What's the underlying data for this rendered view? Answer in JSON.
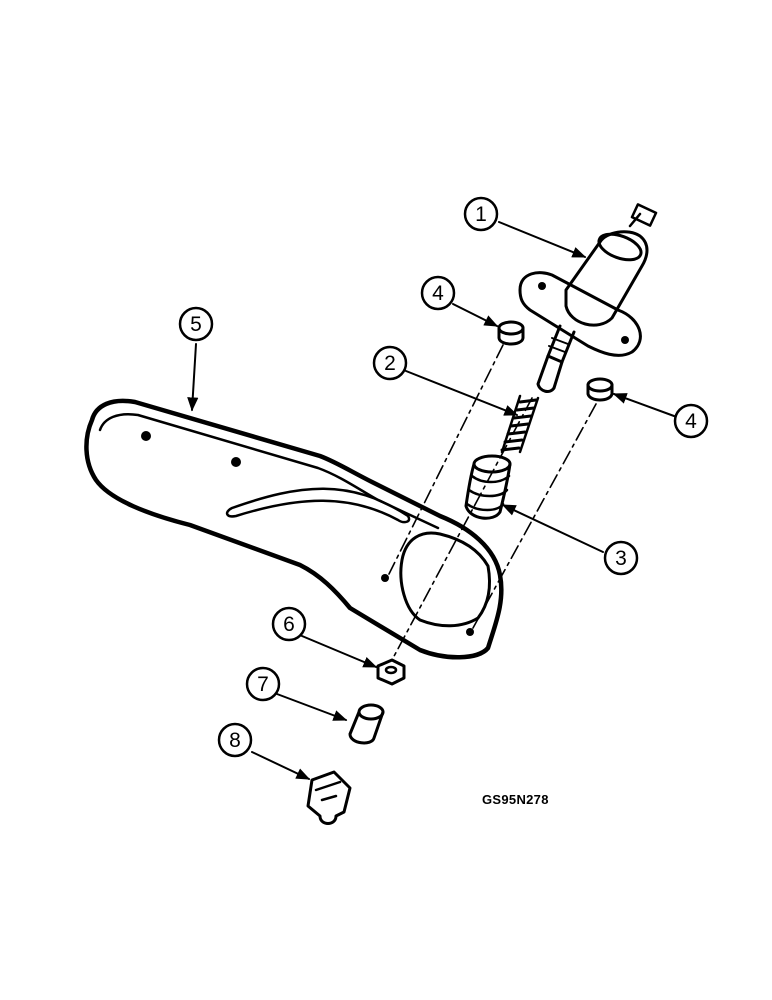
{
  "diagram": {
    "reference_code": "GS95N278",
    "callouts": [
      {
        "id": "callout-1",
        "label": "1"
      },
      {
        "id": "callout-2",
        "label": "2"
      },
      {
        "id": "callout-3",
        "label": "3"
      },
      {
        "id": "callout-4a",
        "label": "4"
      },
      {
        "id": "callout-4b",
        "label": "4"
      },
      {
        "id": "callout-5",
        "label": "5"
      },
      {
        "id": "callout-6",
        "label": "6"
      },
      {
        "id": "callout-7",
        "label": "7"
      },
      {
        "id": "callout-8",
        "label": "8"
      }
    ]
  }
}
